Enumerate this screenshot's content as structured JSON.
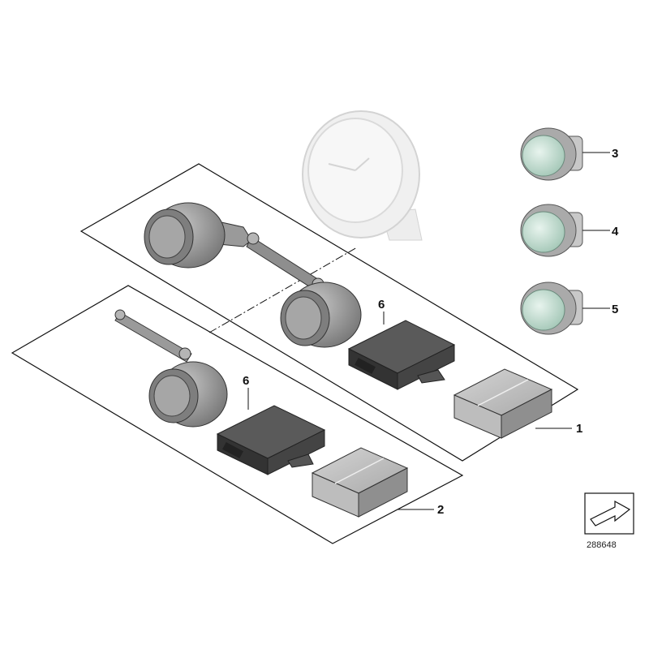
{
  "callouts": {
    "kit_full": "1",
    "kit_single": "2",
    "gauge_a": "3",
    "gauge_b": "4",
    "gauge_c": "5",
    "module_upper": "6",
    "module_lower": "6"
  },
  "diagram_number": "288648",
  "icons": {
    "view_arrow": "isometric-arrow-icon"
  },
  "colors": {
    "outline": "#111111",
    "part_grey": "#8a8a8a",
    "module_dark": "#3a3a3a",
    "lens": "#cfe6dc",
    "ghost": "#e6e6e6"
  }
}
